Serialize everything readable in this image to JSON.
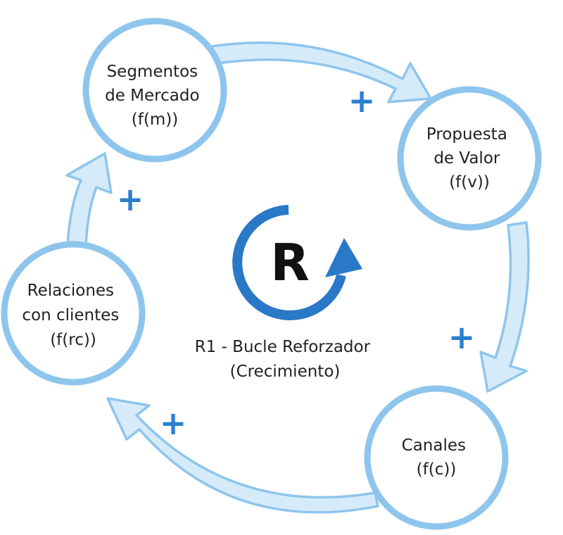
{
  "nodes": {
    "segmentos": {
      "lines": [
        "Segmentos",
        "de Mercado",
        "(f(m))"
      ]
    },
    "propuesta": {
      "lines": [
        "Propuesta",
        "de Valor",
        "(f(v))"
      ]
    },
    "canales": {
      "lines": [
        "Canales",
        "(f(c))"
      ]
    },
    "relaciones": {
      "lines": [
        "Relaciones",
        "con clientes",
        "(f(rc))"
      ]
    }
  },
  "polarity": {
    "segmentos_to_propuesta": "+",
    "propuesta_to_canales": "+",
    "canales_to_relaciones": "+",
    "relaciones_to_segmentos": "+"
  },
  "center": {
    "loop_letter": "R",
    "caption_line1": "R1 - Bucle Reforzador",
    "caption_line2": "(Crecimiento)"
  },
  "colors": {
    "circle_stroke": "#8ec5ec",
    "arrow_fill": "#d6ebfa",
    "accent_blue": "#2b7fd0",
    "loop_icon_blue": "#2a78c8"
  }
}
